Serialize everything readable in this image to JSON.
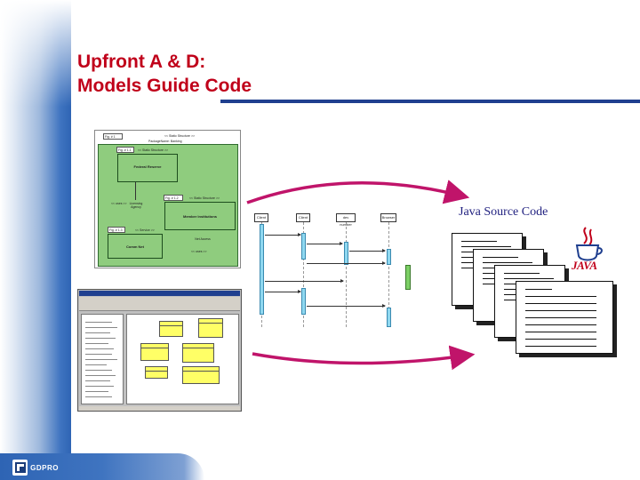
{
  "slide": {
    "title_line1": "Upfront A & D:",
    "title_line2": "Models Guide Code",
    "java_label": "Java Source Code",
    "logo_text": "GDPRO",
    "java_logo_word": "JAVA"
  },
  "package_diagram": {
    "fig_outer": "Fig. # 1",
    "stereotype_outer": "<< Static Structure >>",
    "package_name": "PackageName: Banking",
    "fig_inner1": "Fig. # 1.1",
    "stereotype_inner1": "<< Static Structure >>",
    "box_federal": "Federal Reserve",
    "fig_inner2": "Fig. # 1.2",
    "stereotype_inner2": "<< Static Structure >>",
    "box_member": "Member Institutions",
    "licensing": "Licensing Agency",
    "uses1": "<< uses >>",
    "fig_inner3": "Fig. # 1.3",
    "stereotype_inner3": "<< Service >>",
    "box_comm": "Comm Net",
    "net_access": "Net Access",
    "uses2": "<< uses >>"
  },
  "sequence_diagram": {
    "headers": [
      "Client",
      "Client",
      "dev number",
      "Browser"
    ]
  },
  "colors": {
    "title": "#c0001a",
    "rule": "#1f3f8f",
    "package_green": "#8fcc7e",
    "arrow": "#c0146a"
  }
}
